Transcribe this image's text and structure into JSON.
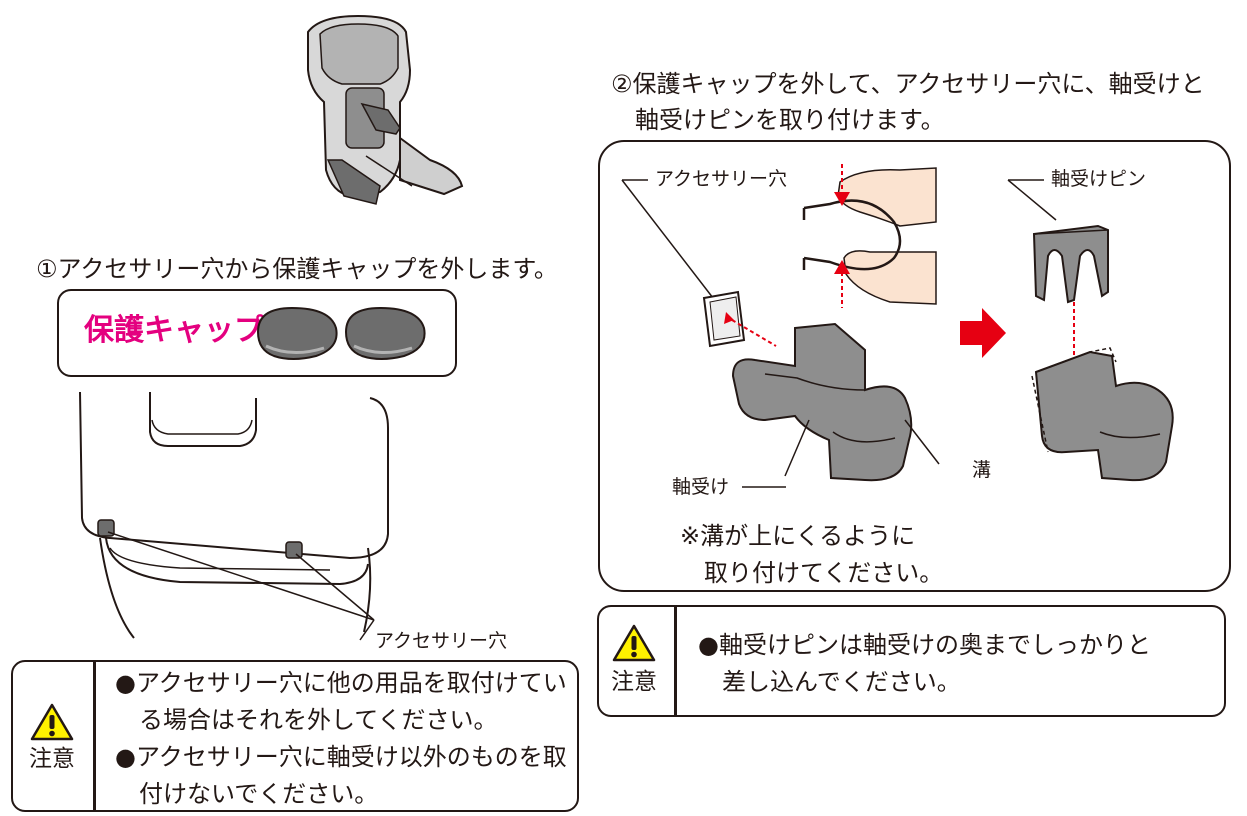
{
  "step1": {
    "title": "①アクセサリー穴から保護キャップを外します。",
    "cap_label": "保護キャップ",
    "hole_label": "アクセサリー穴",
    "caution": {
      "label": "注意",
      "lines": [
        "●アクセサリー穴に他の用品を取付けてい",
        "　る場合はそれを外してください。",
        "●アクセサリー穴に軸受け以外のものを取",
        "　付けないでください。"
      ]
    }
  },
  "step2": {
    "title_lines": [
      "②保護キャップを外して、アクセサリー穴に、軸受けと",
      "　軸受けピンを取り付けます。"
    ],
    "hole_label": "アクセサリー穴",
    "pin_label": "軸受けピン",
    "bearing_label": "軸受け",
    "groove_label": "溝",
    "note_lines": [
      "※溝が上にくるように",
      "　取り付けてください。"
    ],
    "caution": {
      "label": "注意",
      "lines": [
        "●軸受けピンは軸受けの奥までしっかりと",
        "　差し込んでください。"
      ]
    }
  },
  "colors": {
    "magenta": "#e4007f",
    "red": "#e60012",
    "yellow": "#fff100",
    "part_gray": "#8e8e8e",
    "ink": "#231815"
  },
  "icons": [
    "child-seat-illustration",
    "cap-icon",
    "warning-icon",
    "arrow-right-icon",
    "hand-pinch-icon"
  ]
}
